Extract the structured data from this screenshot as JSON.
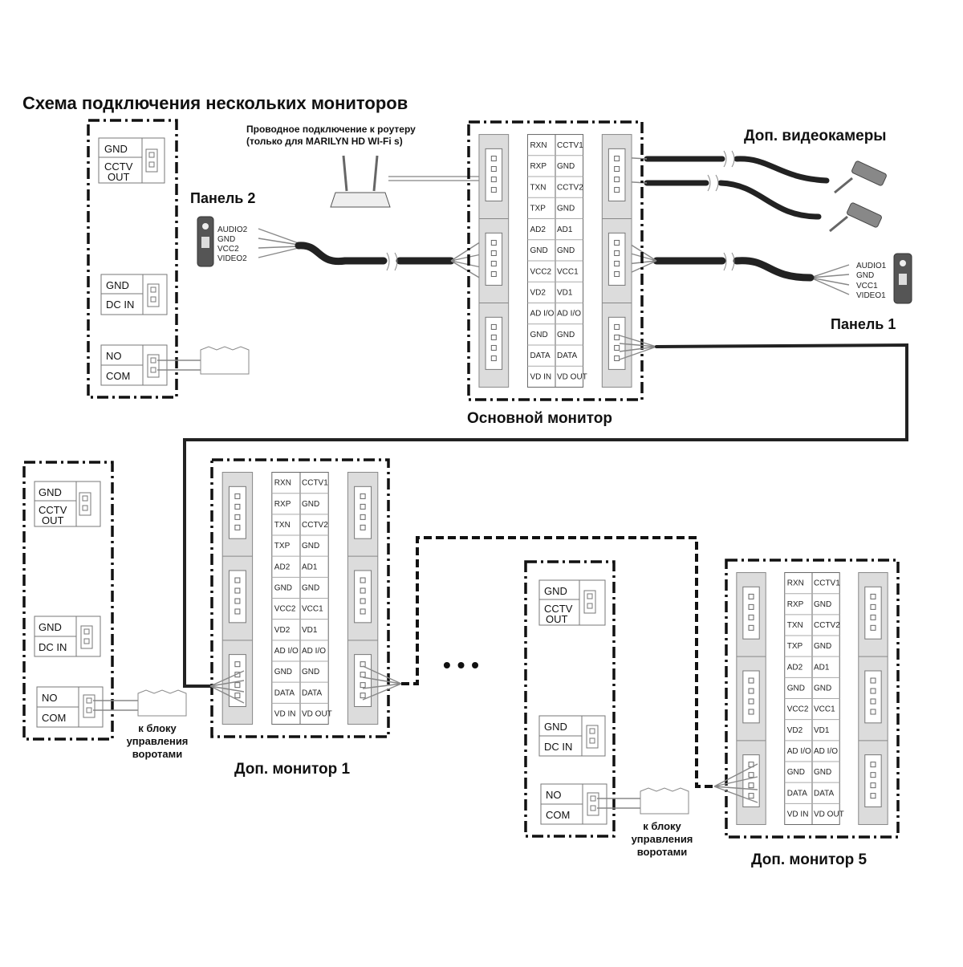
{
  "title": "Схема подключения нескольких мониторов",
  "router_note": {
    "line1": "Проводное подключение к роутеру",
    "line2": "(только для MARILYN HD WI-Fi s)"
  },
  "headings": {
    "cameras": "Доп. видеокамеры",
    "panel1": "Панель 1",
    "panel2": "Панель 2",
    "main_monitor": "Основной монитор",
    "ext_monitor1": "Доп. монитор 1",
    "ext_monitor5": "Доп. монитор 5",
    "ellipsis": "• • •"
  },
  "panel1_pins": [
    "AUDIO1",
    "GND",
    "VCC1",
    "VIDEO1"
  ],
  "panel2_pins": [
    "AUDIO2",
    "GND",
    "VCC2",
    "VIDEO2"
  ],
  "aux_labels": {
    "gnd": "GND",
    "cctv": "CCTV",
    "out": "OUT",
    "dc_in": "DC IN",
    "no": "NO",
    "com": "COM"
  },
  "gate_note": [
    "к блоку",
    "управления",
    "воротами"
  ],
  "terminal_left": [
    "RXN",
    "RXP",
    "TXN",
    "TXP",
    "AD2",
    "GND",
    "VCC2",
    "VD2",
    "AD I/O",
    "GND",
    "DATA",
    "VD IN"
  ],
  "terminal_right": [
    "CCTV1",
    "GND",
    "CCTV2",
    "GND",
    "AD1",
    "GND",
    "VCC1",
    "VD1",
    "AD I/O",
    "GND",
    "DATA",
    "VD OUT"
  ]
}
